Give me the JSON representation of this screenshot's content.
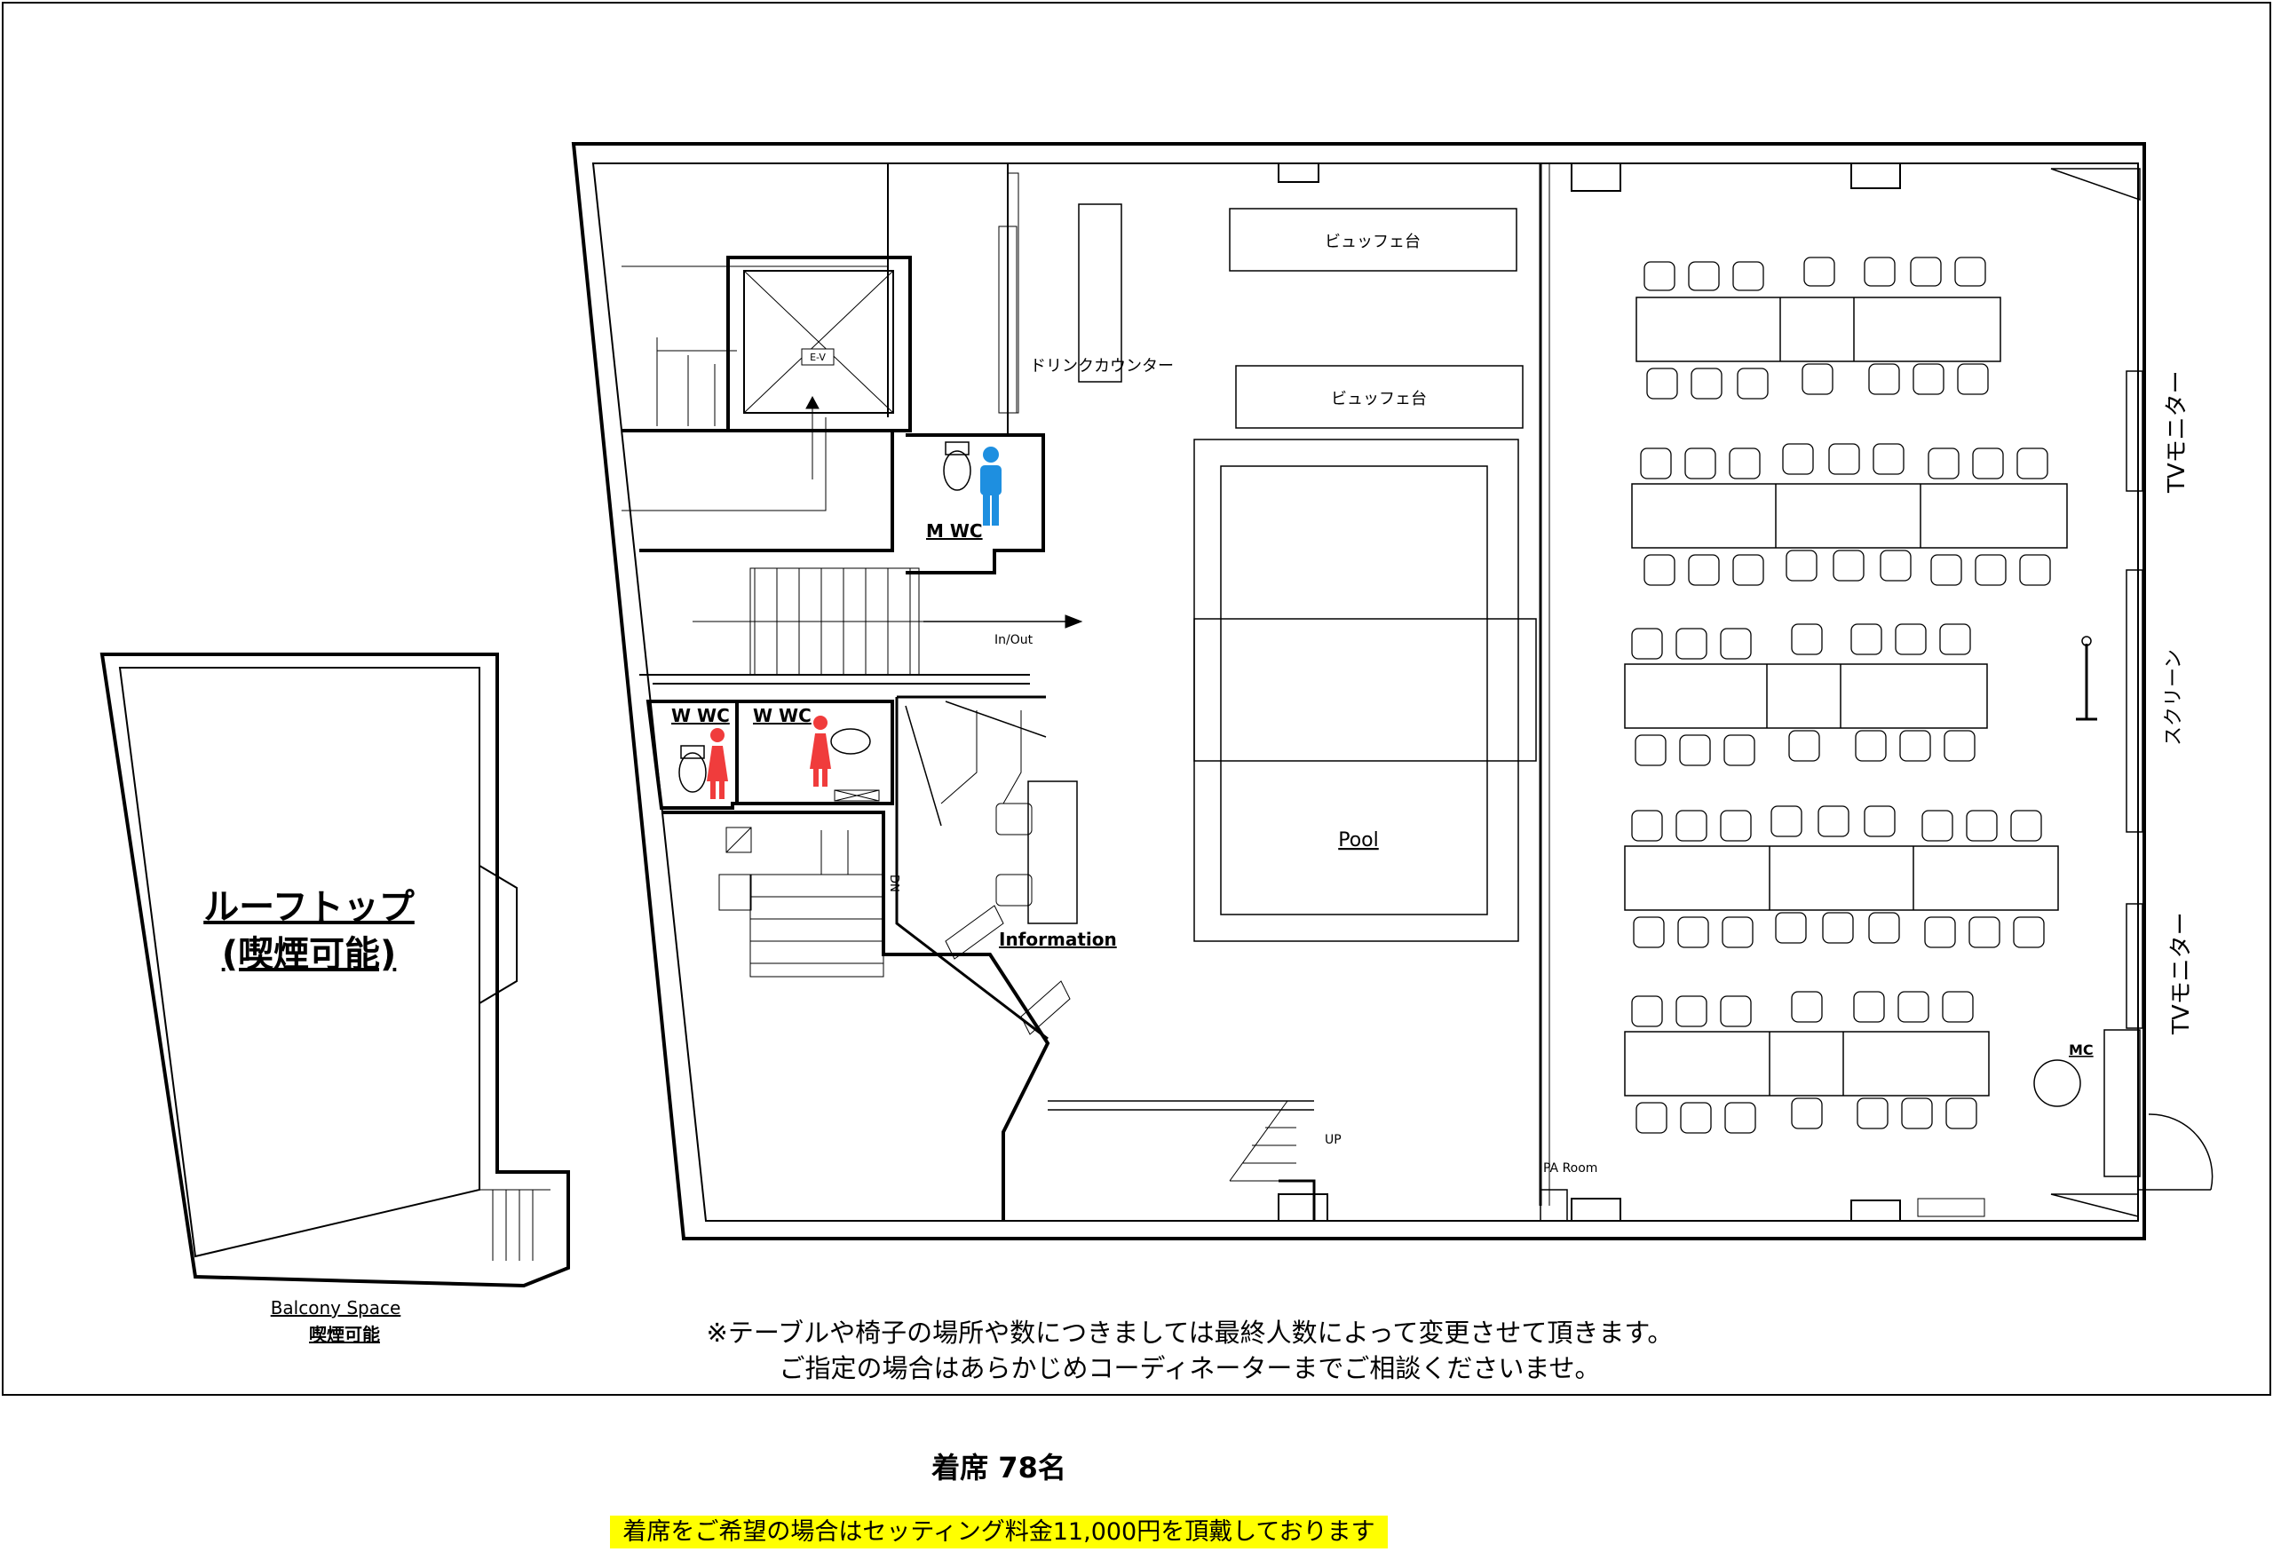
{
  "labels": {
    "buffet_1": "ビュッフェ台",
    "buffet_2": "ビュッフェ台",
    "drink_counter": "ドリンクカウンター",
    "elevator": "E-V",
    "m_wc": "M WC",
    "w_wc_1": "W WC",
    "w_wc_2": "W WC",
    "in_out": "In/Out",
    "pool": "Pool",
    "information": "Information",
    "dn": "DN",
    "up": "UP",
    "pa_room": "PA Room",
    "tv_monitor_1": "TVモニター",
    "tv_monitor_2": "TVモニター",
    "screen": "スクリーン",
    "mc": "MC",
    "rooftop": "ルーフトップ",
    "rooftop_smoking": "(喫煙可能)",
    "balcony": "Balcony Space",
    "balcony_smoking": "喫煙可能"
  },
  "notes": {
    "line1": "※テーブルや椅子の場所や数につきましては最終人数によって変更させて頂きます。",
    "line2": "ご指定の場合はあらかじめコーディネーターまでご相談くださいませ。"
  },
  "capacity": "着席 78名",
  "fee_notice": "着席をご希望の場合はセッティング料金11,000円を頂戴しております",
  "colors": {
    "male_icon": "#1e8fe0",
    "female_icon": "#f03c3c",
    "highlight": "#ffff00",
    "line": "#000000"
  }
}
